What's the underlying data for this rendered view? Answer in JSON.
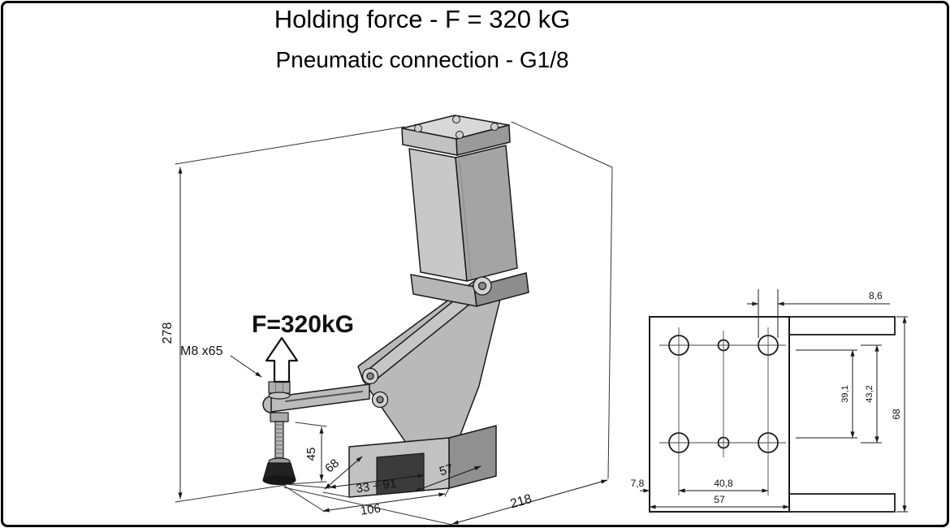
{
  "titles": {
    "line1": "Holding force - F = 320 kG",
    "line2": "Pneumatic connection - G1/8"
  },
  "isometric_view": {
    "labels": {
      "force": "F=320kG",
      "spindle": "M8 x65"
    },
    "dimensions": {
      "overall_height": "278",
      "spindle_adjust": "45",
      "base_width": "68",
      "clamping_range": "33 ÷ 91",
      "arm_reach": "106",
      "base_length": "57",
      "overall_length": "218"
    }
  },
  "plate_view": {
    "dimensions": {
      "hole_diameter": "8,6",
      "row_spacing_inner": "39,1",
      "row_spacing_outer": "43,2",
      "plate_height": "68",
      "edge_offset": "7,8",
      "column_spacing": "40,8",
      "plate_width": "57"
    }
  },
  "colors": {
    "background": "#ffffff",
    "line": "#1a1a1a",
    "metal_light": "#d6d6d6",
    "metal_mid": "#b9b9b9",
    "metal_dark": "#8e8e8e",
    "rubber_black": "#1e1e1e"
  }
}
